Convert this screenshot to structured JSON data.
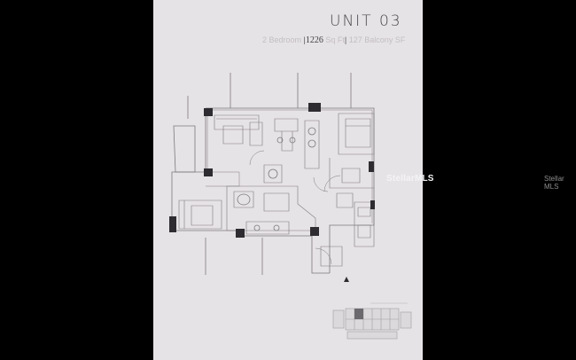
{
  "listing": {
    "unit_title": "UNIT 03",
    "bedrooms_text": "2 Bedroom",
    "separator": "|",
    "sqft_number": "1226",
    "sqft_unit": "Sq Ft",
    "balcony_text": "127 Balcony SF"
  },
  "overlay": {
    "watermark": "StellarMLS",
    "credit": "Stellar MLS"
  }
}
